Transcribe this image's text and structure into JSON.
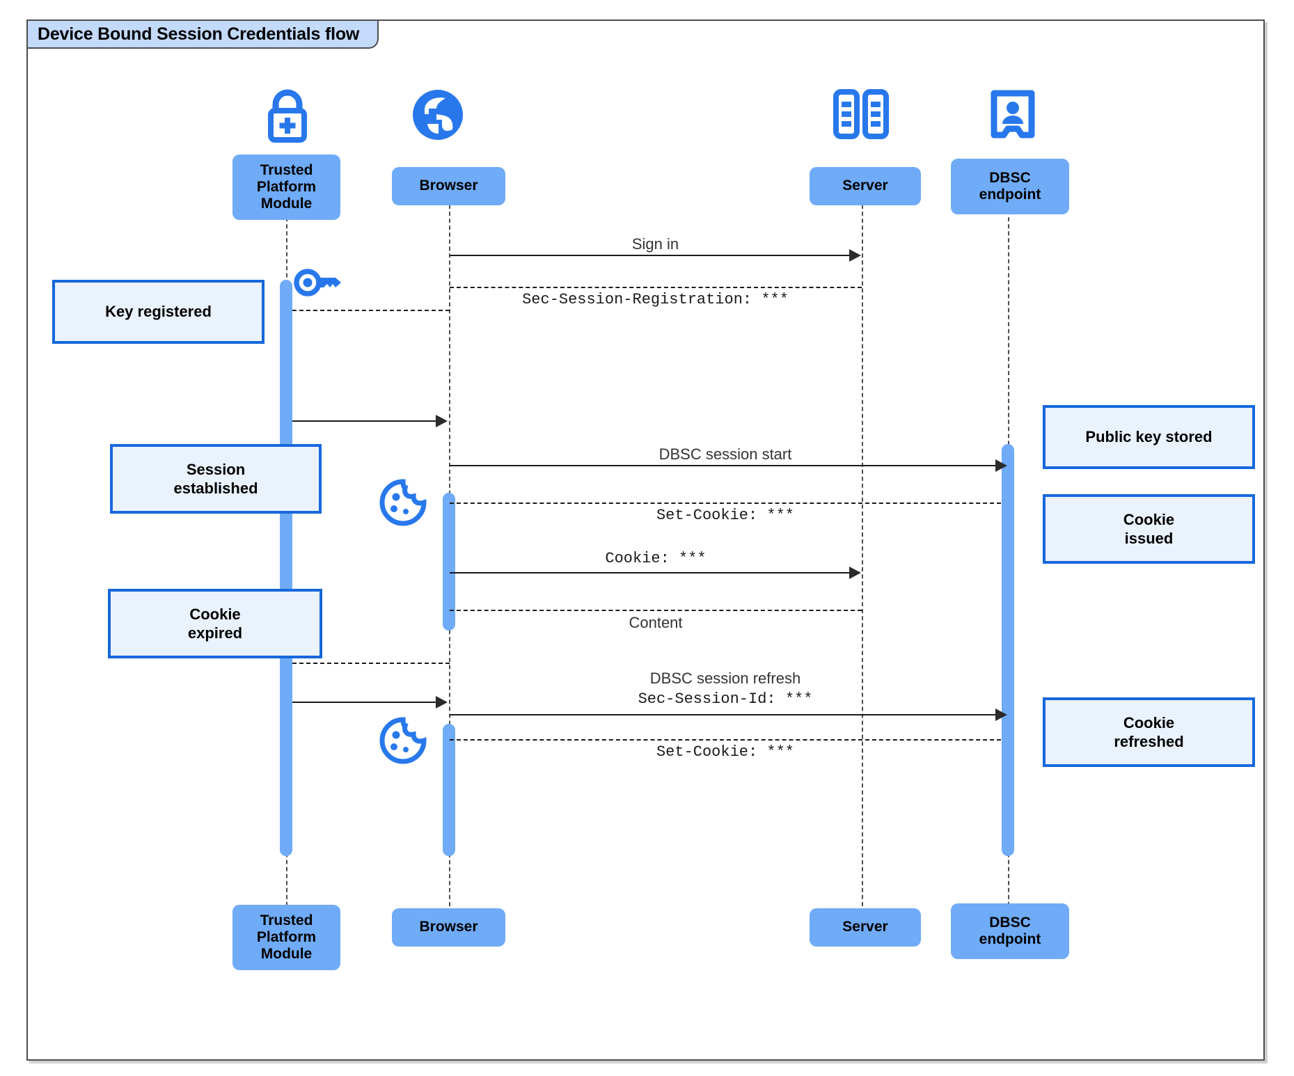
{
  "diagram": {
    "title": "Device Bound Session Credentials flow",
    "type": "uml-sequence-diagram",
    "accent_blue": "#1668dc",
    "participant_fill": "#6fabf7",
    "note_fill": "#eaf2fd",
    "title_fill": "#c3dafb",
    "frame_border": "#4d4d4d"
  },
  "participants": [
    {
      "id": "tpm",
      "label": "Trusted\nPlatform\nModule",
      "label_top": "Trusted Platform Module",
      "icon": "lock-plus-icon"
    },
    {
      "id": "browser",
      "label": "Browser",
      "icon": "globe-icon"
    },
    {
      "id": "server",
      "label": "Server",
      "icon": "server-rack-icon"
    },
    {
      "id": "dbsc",
      "label": "DBSC\nendpoint",
      "icon": "id-badge-icon"
    }
  ],
  "participant_labels": {
    "tpm_line1": "Trusted",
    "tpm_line2": "Platform",
    "tpm_line3": "Module",
    "browser": "Browser",
    "server": "Server",
    "dbsc_line1": "DBSC",
    "dbsc_line2": "endpoint"
  },
  "messages": [
    {
      "id": "m1",
      "from": "browser",
      "to": "server",
      "label": "Sign in",
      "style": "solid",
      "font": "sans"
    },
    {
      "id": "m2",
      "from": "server",
      "to": "browser",
      "label": "Sec-Session-Registration: ***",
      "style": "dashed",
      "font": "mono"
    },
    {
      "id": "m3",
      "from": "browser",
      "to": "tpm",
      "label": "",
      "style": "dashed",
      "font": "mono"
    },
    {
      "id": "m4",
      "from": "tpm",
      "to": "browser",
      "label": "",
      "style": "solid",
      "font": "sans"
    },
    {
      "id": "m5",
      "from": "browser",
      "to": "dbsc",
      "label": "DBSC session start",
      "style": "solid",
      "font": "sans"
    },
    {
      "id": "m6",
      "from": "dbsc",
      "to": "browser",
      "label": "Set-Cookie: ***",
      "style": "dashed",
      "font": "mono"
    },
    {
      "id": "m7",
      "from": "browser",
      "to": "server",
      "label": "Cookie: ***",
      "style": "solid",
      "font": "mono"
    },
    {
      "id": "m8",
      "from": "server",
      "to": "browser",
      "label": "Content",
      "style": "dashed",
      "font": "sans"
    },
    {
      "id": "m9",
      "from": "browser",
      "to": "tpm",
      "label": "",
      "style": "dashed",
      "font": "mono"
    },
    {
      "id": "m10",
      "from": "tpm",
      "to": "browser",
      "label": "",
      "style": "solid",
      "font": "sans"
    },
    {
      "id": "m11",
      "from": "browser",
      "to": "dbsc",
      "label": "DBSC session refresh",
      "label2": "Sec-Session-Id: ***",
      "style": "solid",
      "font": "sans"
    },
    {
      "id": "m12",
      "from": "dbsc",
      "to": "browser",
      "label": "Set-Cookie: ***",
      "style": "dashed",
      "font": "mono"
    }
  ],
  "message_labels": {
    "sign_in": "Sign in",
    "sec_session_registration": "Sec-Session-Registration: ***",
    "dbsc_session_start": "DBSC session start",
    "set_cookie_1": "Set-Cookie: ***",
    "cookie": "Cookie: ***",
    "content": "Content",
    "dbsc_session_refresh": "DBSC session refresh",
    "sec_session_id": "Sec-Session-Id: ***",
    "set_cookie_2": "Set-Cookie: ***"
  },
  "notes": [
    {
      "id": "n1",
      "text": "Key registered",
      "side": "left",
      "anchor": "tpm"
    },
    {
      "id": "n2",
      "text": "Session established",
      "side": "left",
      "anchor": "tpm"
    },
    {
      "id": "n3",
      "text": "Cookie expired",
      "side": "left",
      "anchor": "tpm"
    },
    {
      "id": "n4",
      "text": "Public key stored",
      "side": "right",
      "anchor": "dbsc"
    },
    {
      "id": "n5",
      "text": "Cookie issued",
      "side": "right",
      "anchor": "dbsc"
    },
    {
      "id": "n6",
      "text": "Cookie refreshed",
      "side": "right",
      "anchor": "dbsc"
    }
  ],
  "note_labels": {
    "key_registered": "Key registered",
    "session_established_l1": "Session",
    "session_established_l2": "established",
    "cookie_expired_l1": "Cookie",
    "cookie_expired_l2": "expired",
    "public_key_stored": "Public key stored",
    "cookie_issued_l1": "Cookie",
    "cookie_issued_l2": "issued",
    "cookie_refreshed_l1": "Cookie",
    "cookie_refreshed_l2": "refreshed"
  },
  "inline_icons": [
    {
      "id": "key",
      "name": "key-icon",
      "near": "tpm"
    },
    {
      "id": "cookie1",
      "name": "cookie-icon",
      "near": "browser"
    },
    {
      "id": "cookie2",
      "name": "cookie-icon",
      "near": "browser"
    }
  ]
}
